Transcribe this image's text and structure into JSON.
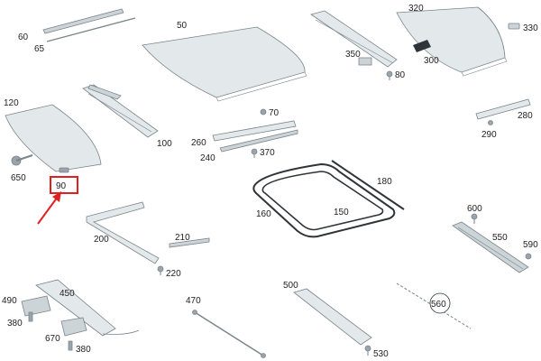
{
  "diagram": {
    "part_numbers": {
      "p60": "60",
      "p65": "65",
      "p50": "50",
      "p350": "350",
      "p80": "80",
      "p320": "320",
      "p330": "330",
      "p300": "300",
      "p120": "120",
      "p100": "100",
      "p70": "70",
      "p260": "260",
      "p240": "240",
      "p370": "370",
      "p280": "280",
      "p290": "290",
      "p650": "650",
      "p90": "90",
      "p180": "180",
      "p160": "160",
      "p150": "150",
      "p200": "200",
      "p210": "210",
      "p220": "220",
      "p600": "600",
      "p550": "550",
      "p590": "590",
      "p490": "490",
      "p450": "450",
      "p380a": "380",
      "p670": "670",
      "p380b": "380",
      "p470": "470",
      "p500": "500",
      "p530": "530",
      "p560": "560"
    },
    "colors": {
      "highlight": "#e02020",
      "part_fill": "#e3e8eb",
      "part_stroke": "#7a858c",
      "seal": "#2e3438"
    },
    "highlighted_part": "90"
  }
}
